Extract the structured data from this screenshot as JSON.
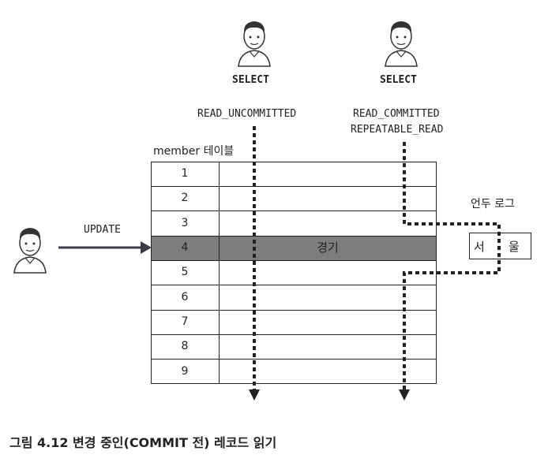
{
  "readers": [
    {
      "label": "SELECT",
      "isolation": [
        "READ_UNCOMMITTED"
      ]
    },
    {
      "label": "SELECT",
      "isolation": [
        "READ_COMMITTED",
        "REPEATABLE_READ"
      ]
    }
  ],
  "writer": {
    "label": "UPDATE"
  },
  "table": {
    "title": "member 테이블",
    "rows": [
      "1",
      "2",
      "3",
      "4",
      "5",
      "6",
      "7",
      "8",
      "9"
    ],
    "highlight_row_index": 3,
    "highlight_value": "경기"
  },
  "undo_log": {
    "title": "언두 로그",
    "value_chars": [
      "서",
      "울"
    ]
  },
  "caption": "그림 4.12 변경 중인(COMMIT 전) 레코드 읽기",
  "colors": {
    "highlight": "#7d7d7d",
    "line": "#222222",
    "arrow": "#3a3a4a"
  }
}
